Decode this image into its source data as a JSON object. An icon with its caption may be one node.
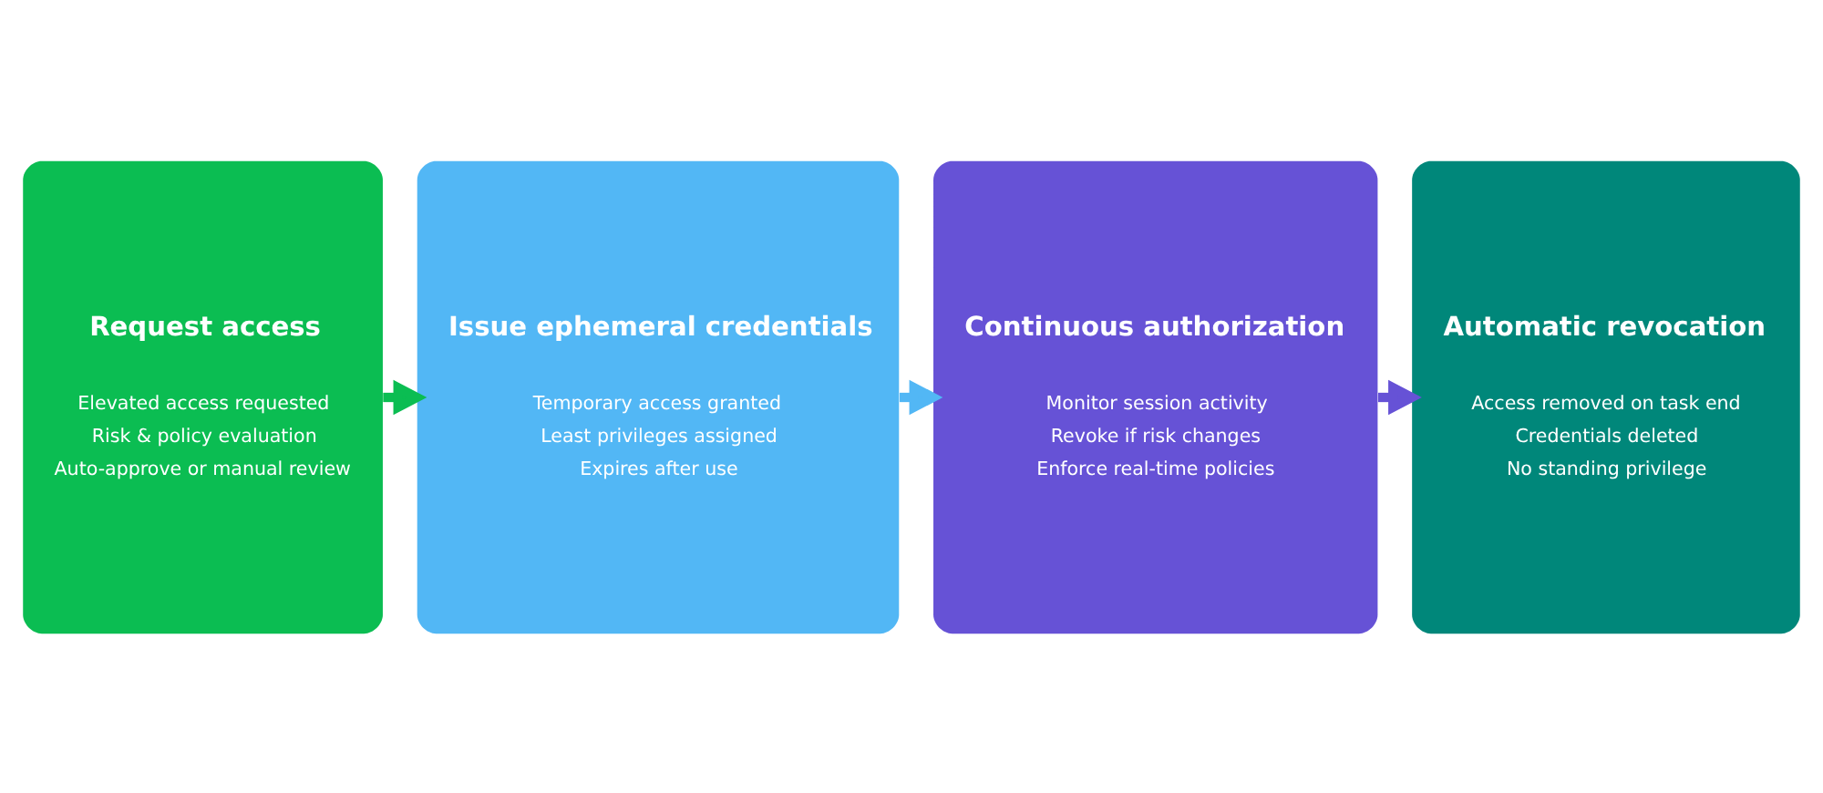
{
  "diagram": {
    "nodes": [
      {
        "text": [
          "Request access",
          "Elevated access requested",
          "Risk & policy evaluation",
          "Auto-approve or manual review"
        ]
      },
      {
        "text": [
          "Issue ephemeral credentials",
          "Temporary access granted",
          "Least privileges assigned",
          "Expires after use"
        ]
      },
      {
        "text": [
          "Continuous authorization",
          "Monitor session activity",
          "Revoke if risk changes",
          "Enforce real-time policies"
        ]
      },
      {
        "text": [
          "Automatic revocation",
          "Access removed on task end",
          "Credentials deleted",
          "No standing privilege"
        ]
      }
    ],
    "edges": [
      {
        "from": 0,
        "to": 1,
        "arrow": "to",
        "color": "#0bbd52"
      },
      {
        "from": 1,
        "to": 2,
        "arrow": "to",
        "color": "#52b7f5"
      },
      {
        "from": 2,
        "to": 3,
        "arrow": "to",
        "color": "#6652d6"
      }
    ]
  }
}
